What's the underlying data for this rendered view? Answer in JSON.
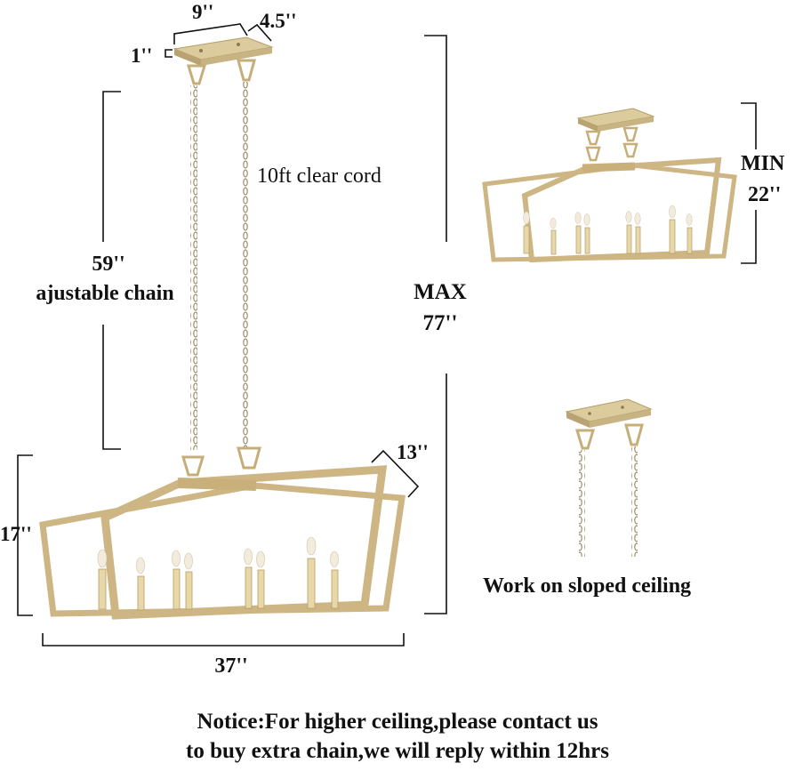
{
  "dimensions": {
    "canopy_width": "9''",
    "canopy_depth": "4.5''",
    "canopy_height": "1''",
    "cord_label": "10ft clear cord",
    "chain_length": "59''",
    "chain_label": "ajustable chain",
    "max_label": "MAX",
    "max_value": "77''",
    "min_label": "MIN",
    "min_value": "22''",
    "frame_depth": "13''",
    "frame_height": "17''",
    "frame_width": "37''"
  },
  "sloped": {
    "caption": "Work on sloped ceiling"
  },
  "notice": {
    "line1": "Notice:For higher ceiling,please contact us",
    "line2": "to buy extra chain,we will reply within 12hrs"
  },
  "colors": {
    "gold": "#cdb683",
    "gold_dark": "#a8905c",
    "ink": "#111111"
  }
}
